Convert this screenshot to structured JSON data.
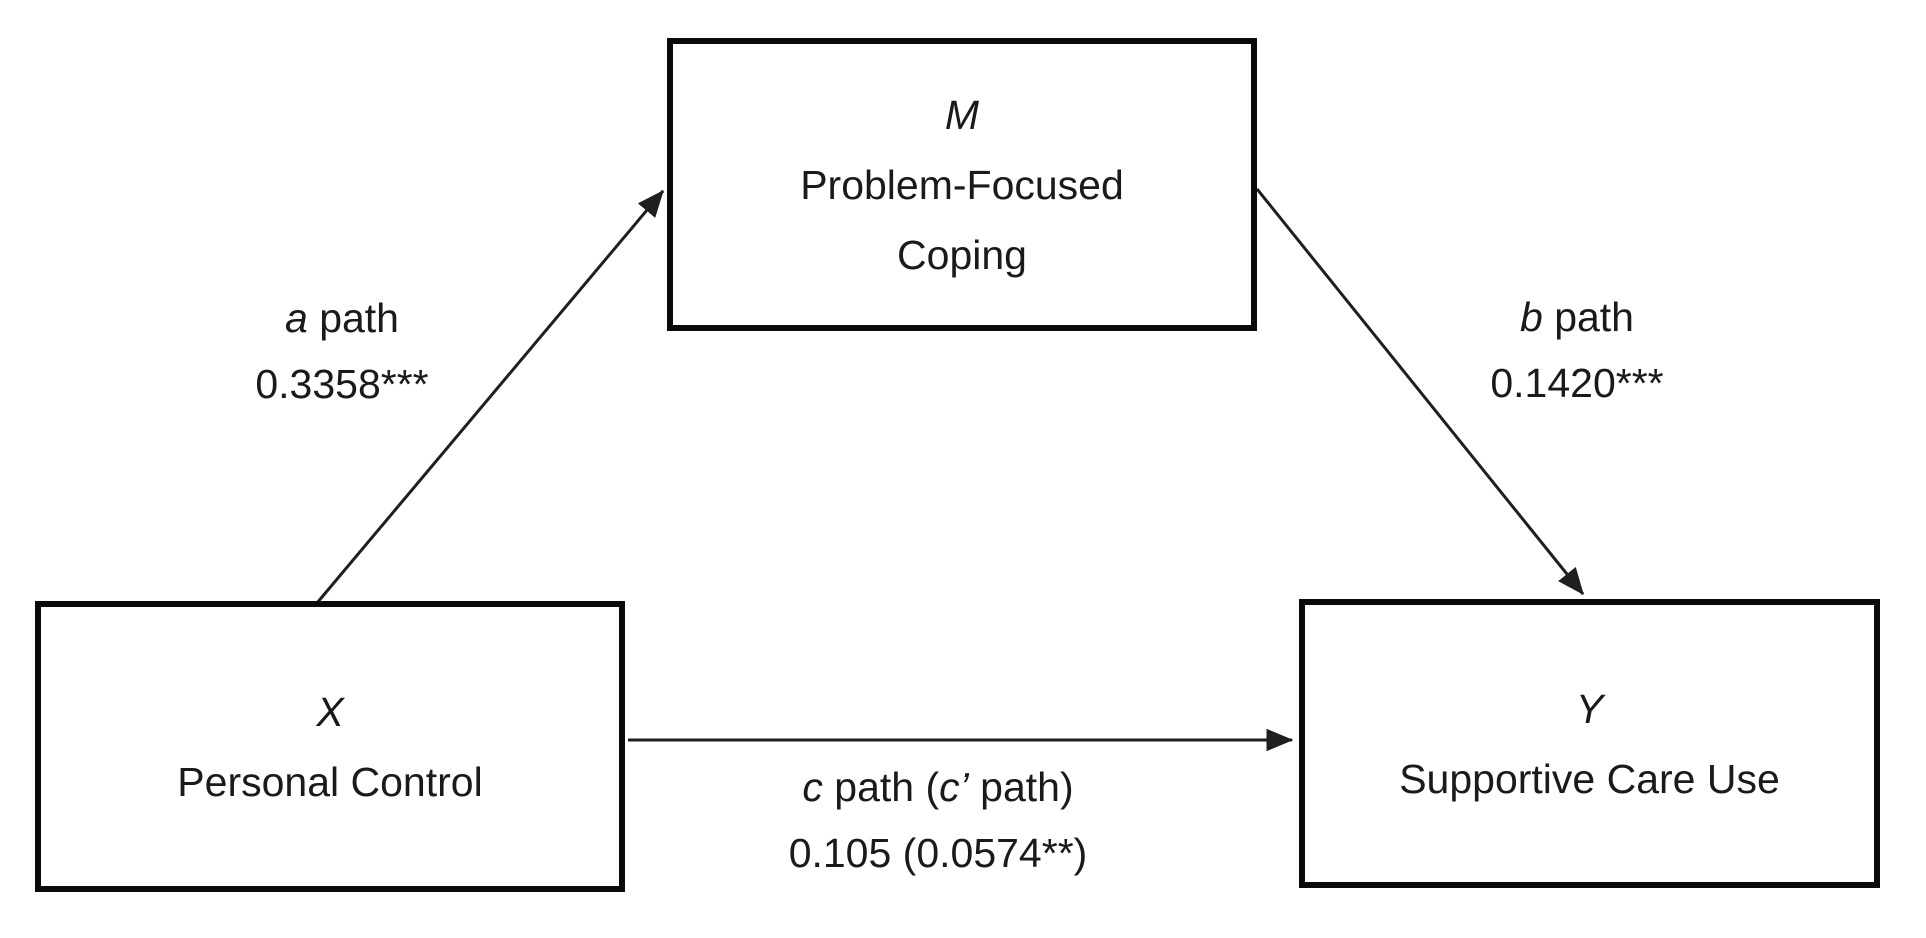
{
  "figure": {
    "type": "mediation-path-diagram",
    "colors": {
      "background": "#ffffff",
      "line": "#1f1f1f",
      "box_border": "#0a0a0a",
      "text": "#1a1a1a"
    },
    "nodes": {
      "mediator": {
        "variable": "M",
        "label_lines": [
          "Problem-Focused",
          "Coping"
        ]
      },
      "predictor": {
        "variable": "X",
        "label_lines": [
          "Personal Control"
        ]
      },
      "outcome": {
        "variable": "Y",
        "label_lines": [
          "Supportive Care Use"
        ]
      }
    },
    "paths": {
      "a": {
        "parts": [
          "a",
          " path"
        ],
        "value": "0.3358***"
      },
      "b": {
        "parts": [
          "b",
          " path"
        ],
        "value": "0.1420***"
      },
      "c": {
        "parts": [
          "c",
          " path (",
          "c’",
          " path)"
        ],
        "value": "0.105 (0.0574**)"
      }
    }
  }
}
